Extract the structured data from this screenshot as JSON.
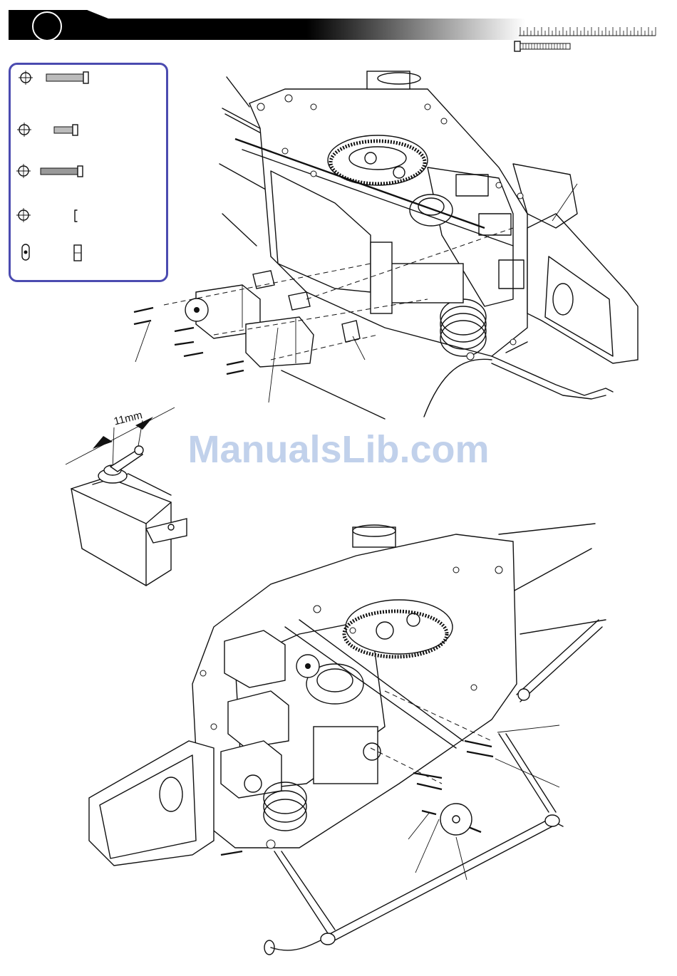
{
  "header": {
    "step_number": ""
  },
  "watermark": {
    "text": "ManualsLib.com"
  },
  "servo_detail": {
    "dimension_label": "11mm"
  },
  "parts_box": {
    "rows": [
      "screw-long",
      "screw-short",
      "screw-threaded",
      "spacer",
      "link-ball"
    ]
  },
  "colors": {
    "box_border": "#4b4bb0",
    "watermark": "#b7c9e8",
    "header_black": "#000000"
  }
}
